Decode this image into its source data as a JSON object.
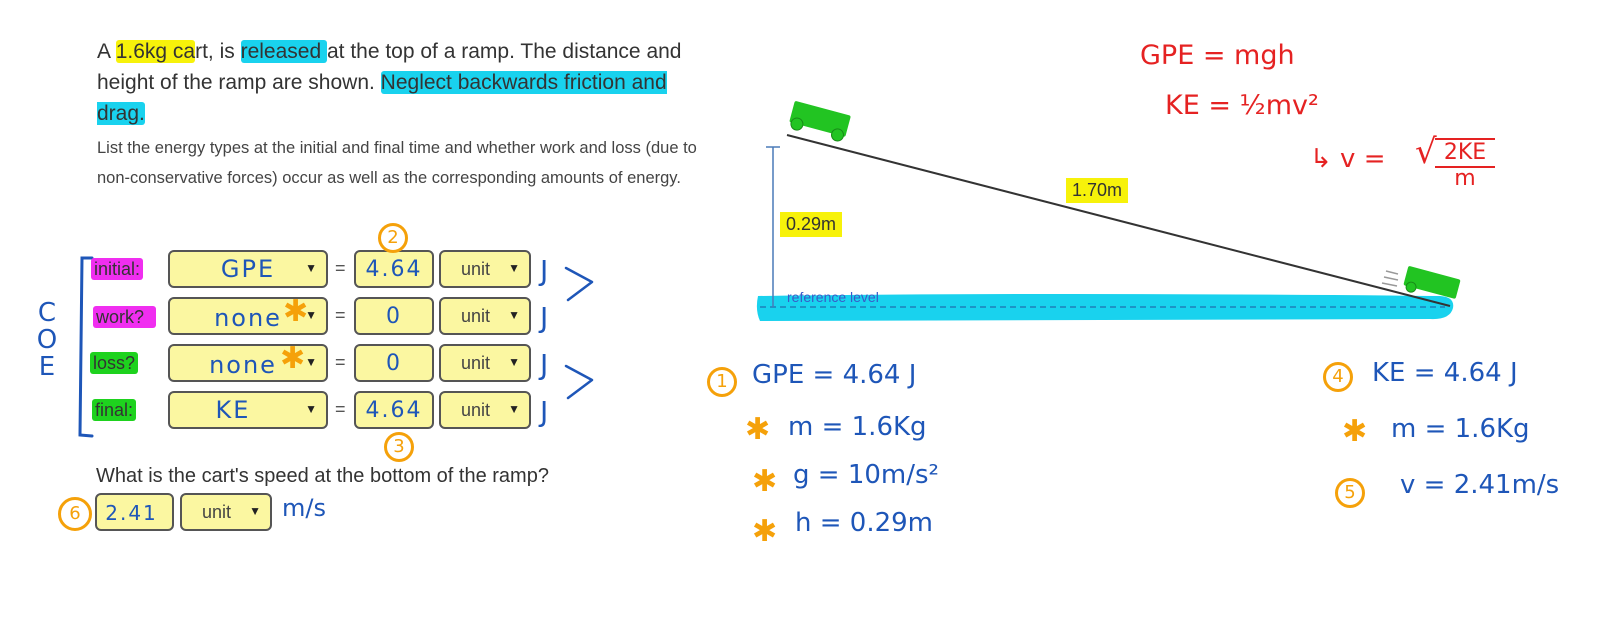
{
  "problem": {
    "prompt_parts": [
      {
        "text": "A ",
        "hl": ""
      },
      {
        "text": "1.6kg ca",
        "hl": "yellow"
      },
      {
        "text": "rt, is ",
        "hl": ""
      },
      {
        "text": "released ",
        "hl": "cyan"
      },
      {
        "text": "at the top of a ramp. The distance and height of the ramp are shown. ",
        "hl": ""
      },
      {
        "text": "Neglect backwards friction and drag.",
        "hl": "cyan"
      }
    ],
    "p1": "A ",
    "p2": "1.6kg ca",
    "p3": "rt, is ",
    "p4": "released ",
    "p5": "at the top of a ramp. The distance and height of the ramp are shown. ",
    "p6": "Neglect backwards friction and drag.",
    "instructions": "List the energy types at the initial and final time and whether work and loss (due to non-conservative forces) occur as well as the corresponding amounts of energy."
  },
  "energy_table": {
    "rows": [
      {
        "label": "initial:",
        "type": "GPE",
        "value": "4.64",
        "unit_placeholder": "unit",
        "unit_written": "J"
      },
      {
        "label": "work?",
        "type": "none",
        "value": "0",
        "unit_placeholder": "unit",
        "unit_written": "J"
      },
      {
        "label": "loss?",
        "type": "none",
        "value": "0",
        "unit_placeholder": "unit",
        "unit_written": "J"
      },
      {
        "label": "final:",
        "type": "KE",
        "value": "4.64",
        "unit_placeholder": "unit",
        "unit_written": "J"
      }
    ],
    "equals": "=",
    "coe_letters": [
      "C",
      "O",
      "E"
    ]
  },
  "speed_question": {
    "text": "What is the cart's speed at the bottom of the ramp?",
    "value": "2.41",
    "unit_placeholder": "unit",
    "unit_written": "m/s"
  },
  "diagram": {
    "height_label": "0.29m",
    "distance_label": "1.70m",
    "reference_label": "reference level"
  },
  "annotations": {
    "formulas": {
      "gpe": "GPE = mgh",
      "ke": "KE = ½mv²",
      "v": "↳ v = √(2KE / m)",
      "v_prefix": "↳ v =",
      "v_num": "2KE",
      "v_den": "m"
    },
    "left_work": {
      "step": "1",
      "line1": "GPE = 4.64 J",
      "line2": "m = 1.6Kg",
      "line3": "g = 10m/s²",
      "line4": "h = 0.29m"
    },
    "right_work": {
      "step_ke": "4",
      "line1": "KE = 4.64 J",
      "line2": "m = 1.6Kg",
      "step_v": "5",
      "line3": "v = 2.41m/s"
    },
    "step_markers": {
      "two": "2",
      "three": "3",
      "six": "6"
    },
    "asterisk": "✱"
  },
  "colors": {
    "highlight_yellow": "#f7f20a",
    "highlight_cyan": "#19d2ee",
    "label_magenta": "#f02ef0",
    "label_green": "#1ed21e",
    "field_fill": "#fbf7a1",
    "ink_blue": "#1e56b8",
    "ink_orange": "#f5a10a",
    "ink_red": "#e52222",
    "cart_green": "#22c422"
  }
}
